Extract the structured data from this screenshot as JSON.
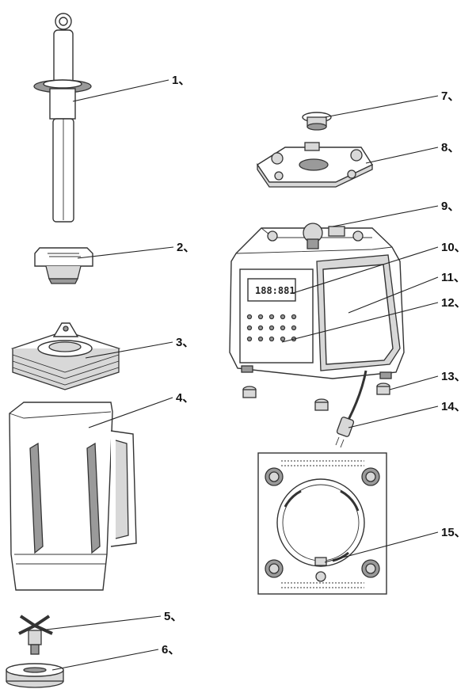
{
  "diagram": {
    "callouts": [
      {
        "id": 1,
        "label": "1、"
      },
      {
        "id": 2,
        "label": "2、"
      },
      {
        "id": 3,
        "label": "3、"
      },
      {
        "id": 4,
        "label": "4、"
      },
      {
        "id": 5,
        "label": "5、"
      },
      {
        "id": 6,
        "label": "6、"
      },
      {
        "id": 7,
        "label": "7、"
      },
      {
        "id": 8,
        "label": "8、"
      },
      {
        "id": 9,
        "label": "9、"
      },
      {
        "id": 10,
        "label": "10、"
      },
      {
        "id": 11,
        "label": "11、"
      },
      {
        "id": 12,
        "label": "12、"
      },
      {
        "id": 13,
        "label": "13、"
      },
      {
        "id": 14,
        "label": "14、"
      },
      {
        "id": 15,
        "label": "15、"
      }
    ],
    "display_text": "188:881"
  }
}
